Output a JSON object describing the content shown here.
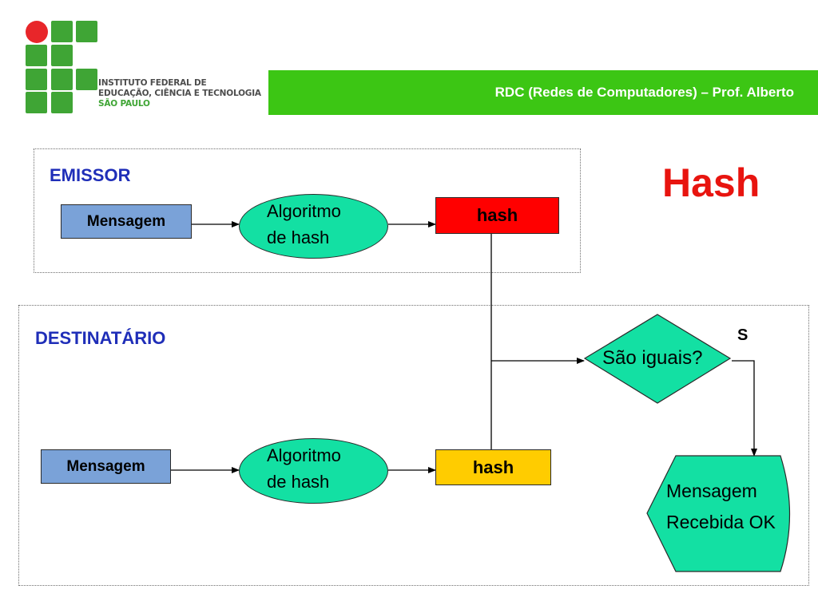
{
  "logo": {
    "line1": "INSTITUTO FEDERAL DE",
    "line2": "EDUCAÇÃO, CIÊNCIA E TECNOLOGIA",
    "line3": "SÃO PAULO"
  },
  "header": {
    "course": "RDC (Redes de Computadores) – Prof. Alberto"
  },
  "title": "Hash",
  "emissor": {
    "label": "EMISSOR",
    "message": "Mensagem",
    "algorithm_line1": "Algoritmo",
    "algorithm_line2": "de hash",
    "hash": "hash"
  },
  "destinatario": {
    "label": "DESTINATÁRIO",
    "message": "Mensagem",
    "algorithm_line1": "Algoritmo",
    "algorithm_line2": "de hash",
    "hash": "hash",
    "decision": "São iguais?",
    "yes_label": "S",
    "result_line1": "Mensagem",
    "result_line2": "Recebida OK"
  },
  "colors": {
    "band": "#3cc614",
    "section_label": "#1f2eb8",
    "title": "#e8140f",
    "message_box": "#7aa2d8",
    "hash_emissor": "#ff0000",
    "hash_destinatario": "#ffcc00",
    "shape_fill": "#13e0a3"
  }
}
